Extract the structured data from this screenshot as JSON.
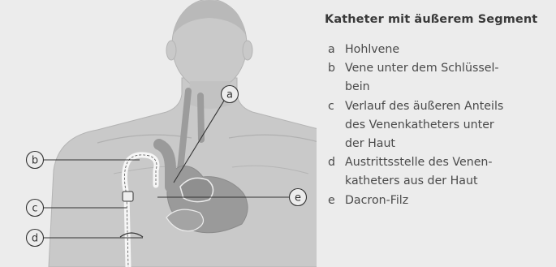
{
  "legend": {
    "title": "Katheter mit äußerem Segment",
    "items": [
      {
        "key": "a",
        "text": "Hohlvene"
      },
      {
        "key": "b",
        "text": "Vene unter dem Schlüssel-\nbein"
      },
      {
        "key": "c",
        "text": "Verlauf des äußeren Anteils\ndes Venenkatheters unter\nder Haut"
      },
      {
        "key": "d",
        "text": "Austrittsstelle des Venen-\nkatheters aus der Haut"
      },
      {
        "key": "e",
        "text": "Dacron-Filz"
      }
    ]
  },
  "callouts": {
    "a": "a",
    "b": "b",
    "c": "c",
    "d": "d",
    "e": "e"
  },
  "colors": {
    "background": "#ececec",
    "body": "#c8c8c8",
    "body_outline": "#b0b0b0",
    "organs": "#9c9c9c",
    "catheter": "#ffffff",
    "callout_line": "#333333"
  }
}
